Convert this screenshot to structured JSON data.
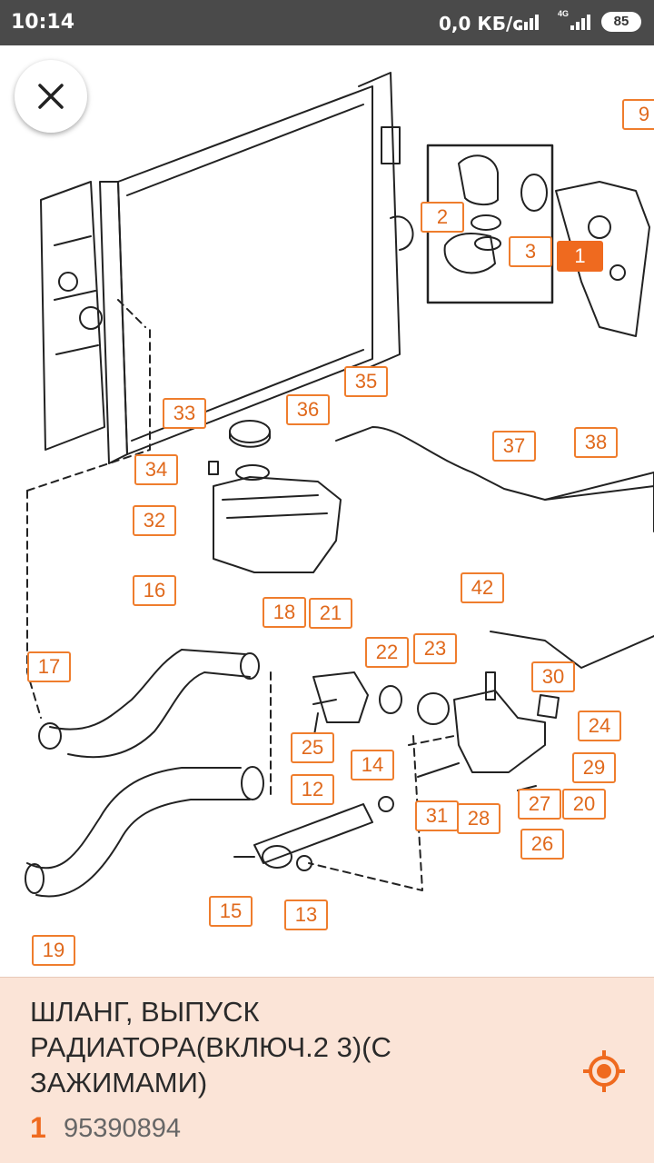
{
  "status_bar": {
    "time": "10:14",
    "network_speed": "0,0 КБ/с",
    "network_type": "4G",
    "battery": "85"
  },
  "diagram": {
    "close_icon": "close-icon",
    "callouts": [
      {
        "label": "1",
        "selected": true
      },
      {
        "label": "2"
      },
      {
        "label": "3"
      },
      {
        "label": "9"
      },
      {
        "label": "12"
      },
      {
        "label": "13"
      },
      {
        "label": "14"
      },
      {
        "label": "15"
      },
      {
        "label": "16"
      },
      {
        "label": "17"
      },
      {
        "label": "18"
      },
      {
        "label": "19"
      },
      {
        "label": "20"
      },
      {
        "label": "21"
      },
      {
        "label": "22"
      },
      {
        "label": "23"
      },
      {
        "label": "24"
      },
      {
        "label": "25"
      },
      {
        "label": "26"
      },
      {
        "label": "27"
      },
      {
        "label": "28"
      },
      {
        "label": "29"
      },
      {
        "label": "30"
      },
      {
        "label": "31"
      },
      {
        "label": "32"
      },
      {
        "label": "33"
      },
      {
        "label": "34"
      },
      {
        "label": "35"
      },
      {
        "label": "36"
      },
      {
        "label": "37"
      },
      {
        "label": "38"
      },
      {
        "label": "42"
      }
    ]
  },
  "part_panel": {
    "title": "ШЛАНГ, ВЫПУСК РАДИАТОРА(ВКЛЮЧ.2 3)(С ЗАЖИМАМИ)",
    "quantity": "1",
    "part_number": "95390894",
    "locate_icon": "target-icon"
  },
  "colors": {
    "accent": "#ef6a1f",
    "status_bar": "#4a4a4a",
    "panel_bg": "#fbe4d7"
  }
}
